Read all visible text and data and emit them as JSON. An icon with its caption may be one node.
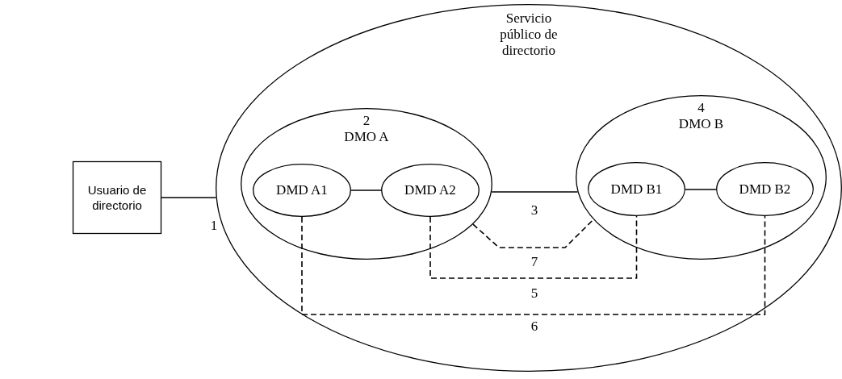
{
  "diagram": {
    "nodes": [
      {
        "text": [
          "Usuario de directorio"
        ]
      },
      {
        "text": [
          "Servicio público de directorio"
        ]
      },
      {
        "text": [
          "2",
          "DMO A"
        ],
        "in": 1
      },
      {
        "text": [
          "DMD A1"
        ],
        "in": 2
      },
      {
        "text": [
          "DMD A2"
        ],
        "in": 2
      },
      {
        "text": [
          "4",
          "DMO B"
        ],
        "in": 1
      },
      {
        "text": [
          "DMD B1"
        ],
        "in": 5
      },
      {
        "text": [
          "DMD B2"
        ],
        "in": 5
      }
    ],
    "edges": [
      {
        "from": 0,
        "to": 1,
        "arrow": "none",
        "label": "1"
      },
      {
        "from": 3,
        "to": 4,
        "arrow": "none"
      },
      {
        "from": 2,
        "to": 5,
        "arrow": "none",
        "label": "3"
      },
      {
        "from": 6,
        "to": 7,
        "arrow": "none"
      },
      {
        "from": 4,
        "to": 6,
        "arrow": "none",
        "style": "dashed",
        "label": "5"
      },
      {
        "from": 3,
        "to": 7,
        "arrow": "none",
        "style": "dashed",
        "label": "6"
      },
      {
        "from": 2,
        "to": 5,
        "arrow": "none",
        "style": "dashed",
        "label": "7"
      }
    ]
  }
}
